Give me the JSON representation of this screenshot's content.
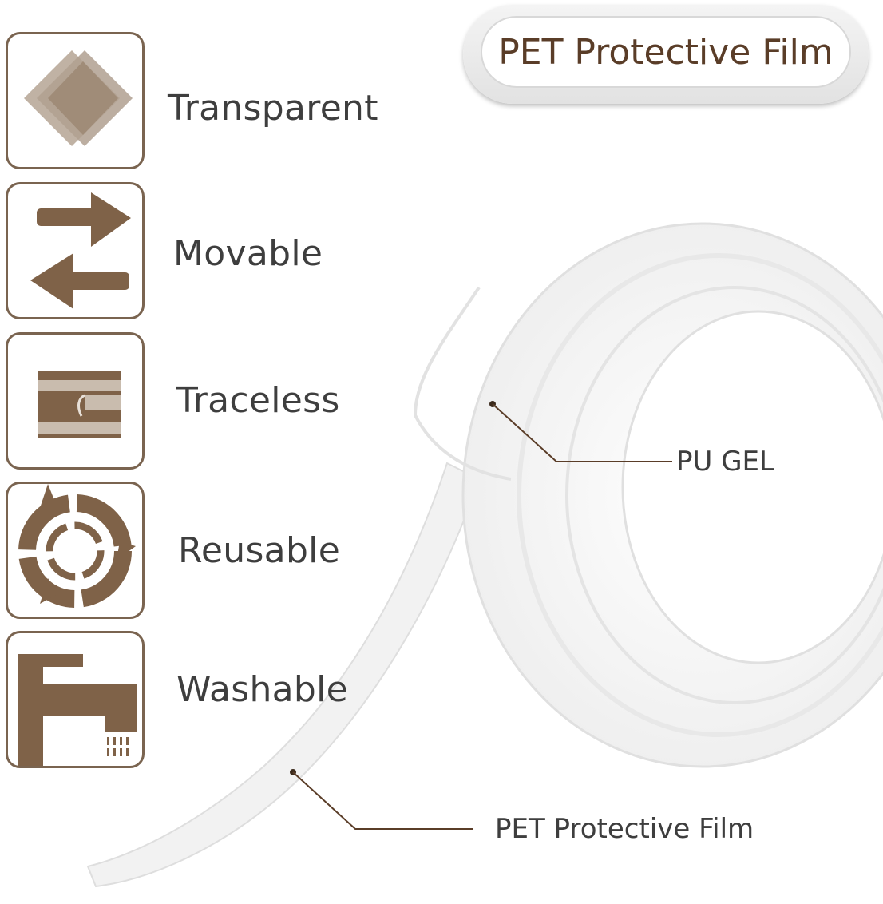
{
  "title_badge": "PET Protective Film",
  "features": [
    {
      "label": "Transparent",
      "icon": "transparent-layers-icon"
    },
    {
      "label": "Movable",
      "icon": "swap-arrows-icon"
    },
    {
      "label": "Traceless",
      "icon": "peel-layer-icon"
    },
    {
      "label": "Reusable",
      "icon": "recycle-arrows-icon"
    },
    {
      "label": "Washable",
      "icon": "faucet-icon"
    }
  ],
  "callouts": {
    "pu_gel": "PU GEL",
    "pet_film": "PET Protective Film"
  },
  "colors": {
    "brand_brown": "#7f6248",
    "light_brown": "#c0b2a4",
    "text": "#3e3e3e",
    "title": "#5a3d28"
  }
}
